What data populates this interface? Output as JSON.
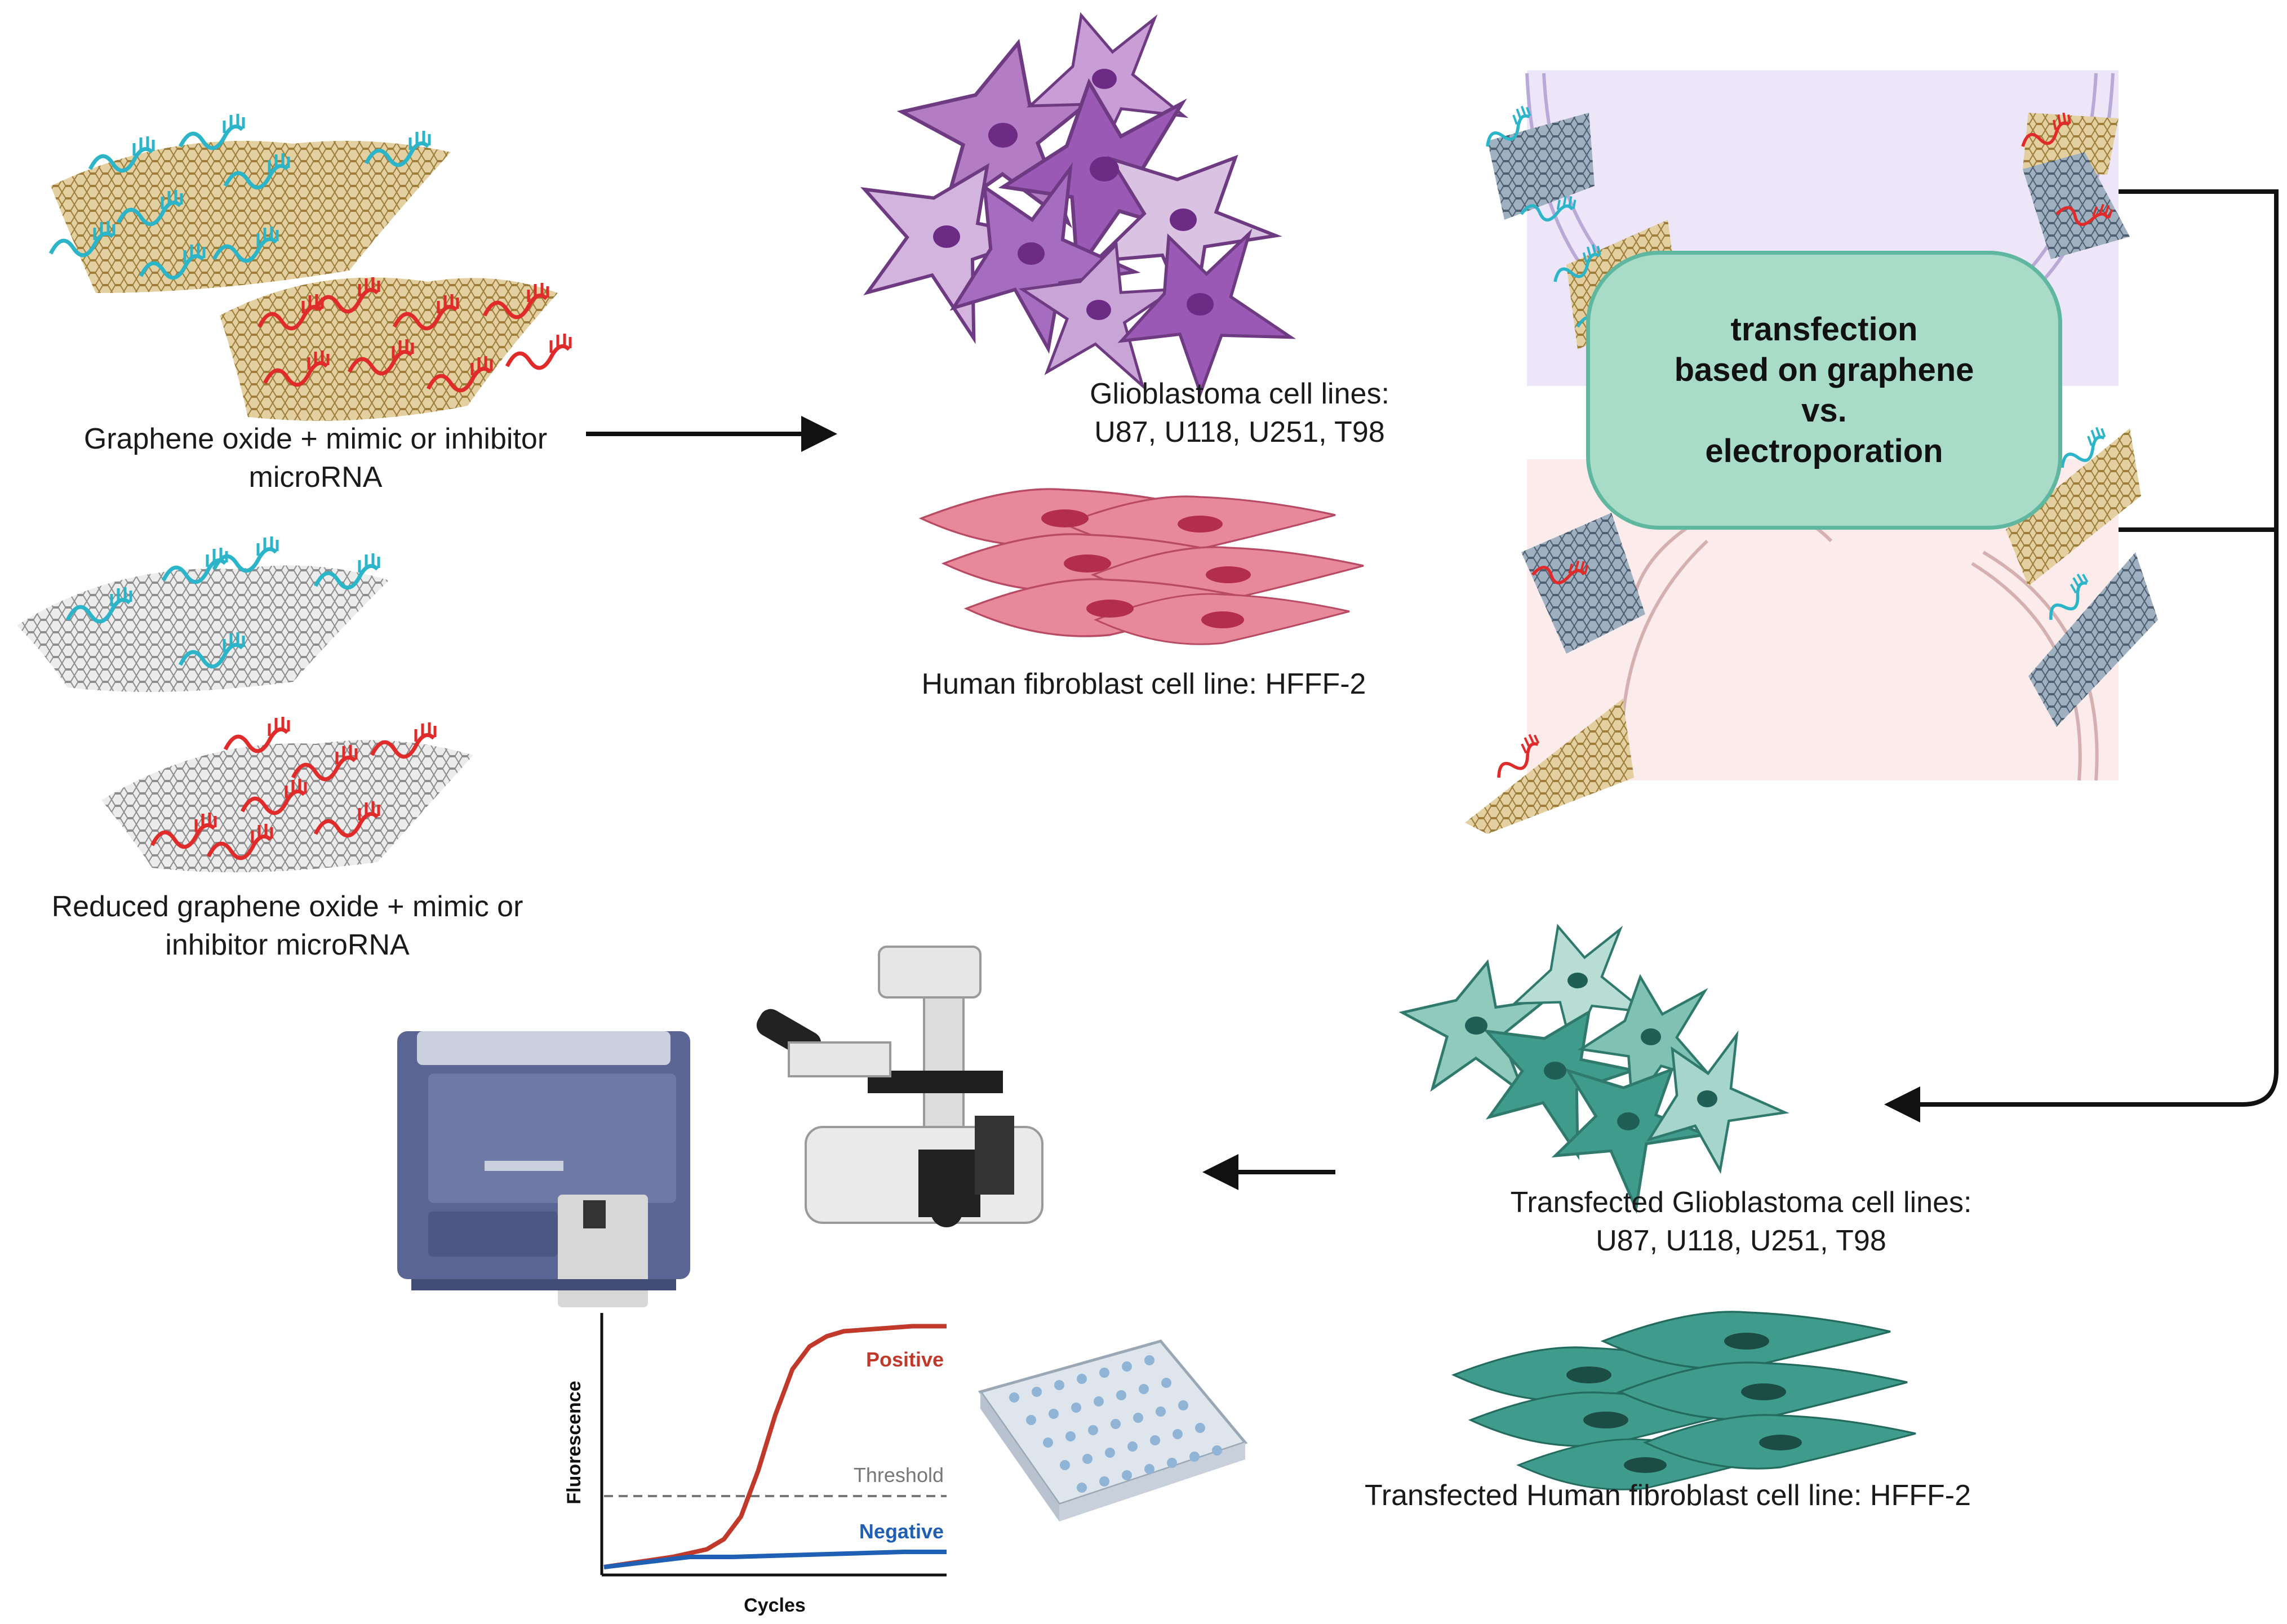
{
  "labels": {
    "go_line1": "Graphene oxide + mimic or inhibitor",
    "go_line2": "microRNA",
    "rgo_line1": "Reduced graphene oxide + mimic or",
    "rgo_line2": "inhibitor microRNA",
    "gbm_line1": "Glioblastoma cell lines:",
    "gbm_line2": "U87, U118, U251, T98",
    "fib_line1": "Human fibroblast cell line: HFFF-2",
    "center_line1": "transfection",
    "center_line2": "based on graphene",
    "center_line3": "vs.",
    "center_line4": "electroporation",
    "tgbm_line1": "Transfected Glioblastoma cell lines:",
    "tgbm_line2": "U87, U118, U251, T98",
    "tfib_line1": "Transfected Human fibroblast cell line: HFFF-2"
  },
  "chart_data": {
    "type": "line",
    "xlabel": "Cycles",
    "ylabel": "Fluorescence",
    "threshold_label": "Threshold",
    "threshold": 0.3,
    "ylim": [
      0,
      1
    ],
    "xlim": [
      0,
      40
    ],
    "series": [
      {
        "name": "Positive",
        "color": "#c0392b",
        "x": [
          0,
          4,
          8,
          12,
          14,
          16,
          18,
          20,
          22,
          24,
          26,
          28,
          32,
          36,
          40
        ],
        "y": [
          0.02,
          0.04,
          0.06,
          0.09,
          0.13,
          0.22,
          0.4,
          0.62,
          0.8,
          0.89,
          0.93,
          0.95,
          0.96,
          0.97,
          0.97
        ]
      },
      {
        "name": "Negative",
        "color": "#1f5fb4",
        "x": [
          0,
          5,
          10,
          15,
          20,
          25,
          30,
          35,
          40
        ],
        "y": [
          0.02,
          0.04,
          0.06,
          0.06,
          0.065,
          0.07,
          0.075,
          0.08,
          0.08
        ]
      }
    ]
  },
  "colors": {
    "gbm_cell": "#9b59b6",
    "fibroblast": "#e06b83",
    "transfected": "#3f9c8c",
    "center_box": "#a8dcc9",
    "mirna_blue": "#2cb5c8",
    "mirna_red": "#e02b2b"
  }
}
